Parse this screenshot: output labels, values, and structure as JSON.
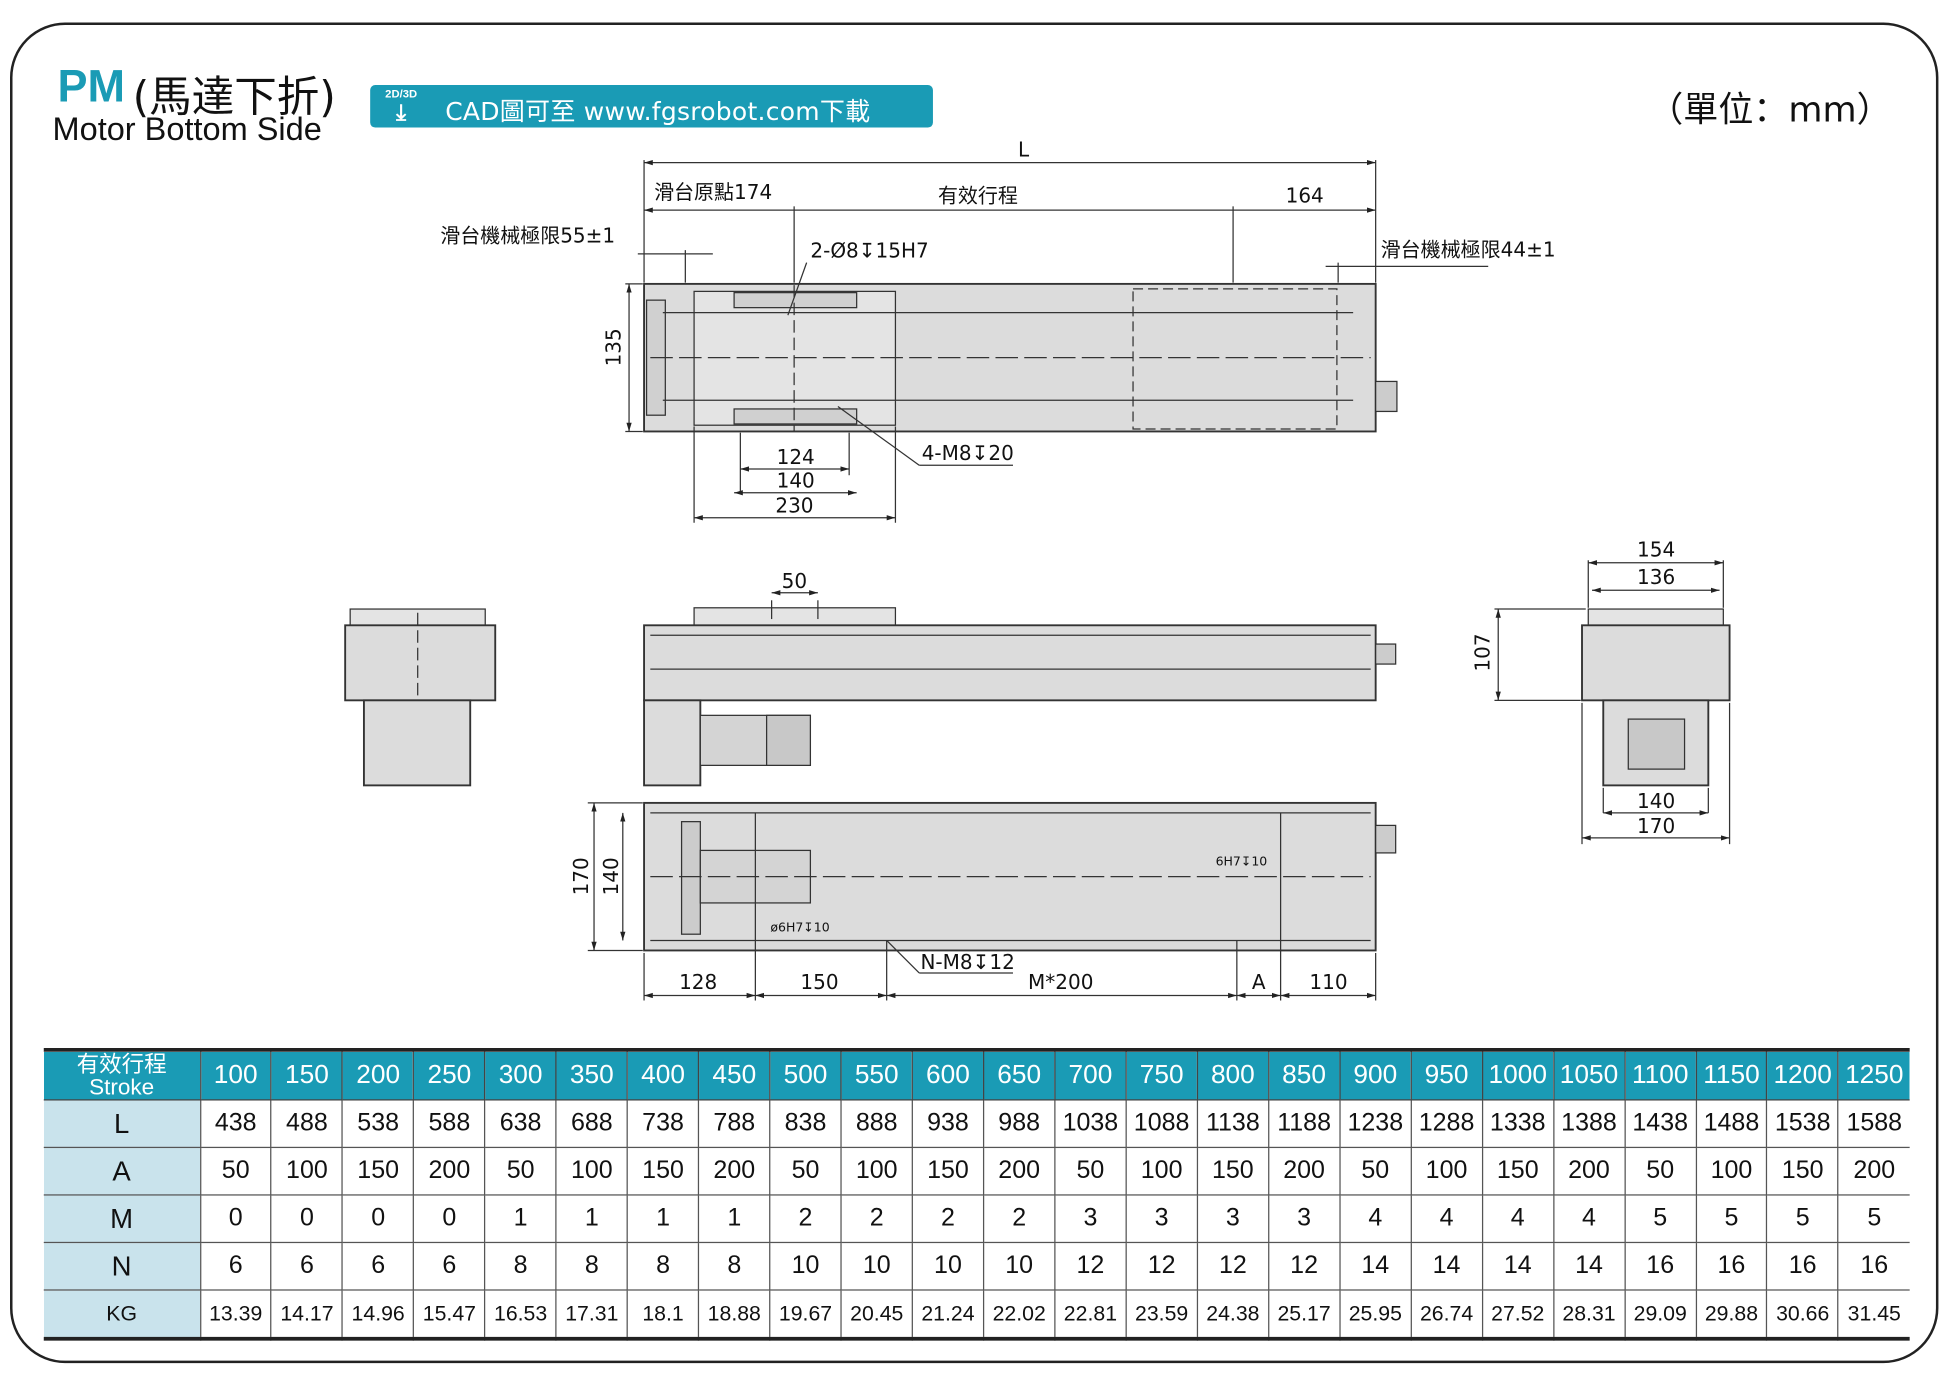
{
  "title": {
    "model": "PM",
    "cn": "(馬達下折)",
    "en": "Motor Bottom Side"
  },
  "cad_banner": {
    "icon_label": "2D/3D",
    "icon": "download-icon",
    "text": "CAD圖可至 www.fgsrobot.com下載"
  },
  "unit": "（單位：mm）",
  "drawing": {
    "L": "L",
    "origin": "滑台原點174",
    "stroke": "有效行程",
    "d164": "164",
    "limit_left": "滑台機械極限55±1",
    "limit_right": "滑台機械極限44±1",
    "hole_pin": "2-Ø8↧15H7",
    "d135": "135",
    "d124": "124",
    "d140_top": "140",
    "d230": "230",
    "tap_m8": "4-M8↧20",
    "d50": "50",
    "d154": "154",
    "d136": "136",
    "d107": "107",
    "d140_end": "140",
    "d170_end": "170",
    "d170_side": "170",
    "d140_side": "140",
    "pin_right": "6H7↧10",
    "pin_left": "ø6H7↧10",
    "tap_n": "N-M8↧12",
    "d128": "128",
    "d150": "150",
    "m200": "M*200",
    "A": "A",
    "d110": "110"
  },
  "table": {
    "header_cn": "有效行程",
    "header_en": "Stroke",
    "strokes": [
      "100",
      "150",
      "200",
      "250",
      "300",
      "350",
      "400",
      "450",
      "500",
      "550",
      "600",
      "650",
      "700",
      "750",
      "800",
      "850",
      "900",
      "950",
      "1000",
      "1050",
      "1100",
      "1150",
      "1200",
      "1250"
    ],
    "rows": [
      {
        "label": "L",
        "values": [
          "438",
          "488",
          "538",
          "588",
          "638",
          "688",
          "738",
          "788",
          "838",
          "888",
          "938",
          "988",
          "1038",
          "1088",
          "1138",
          "1188",
          "1238",
          "1288",
          "1338",
          "1388",
          "1438",
          "1488",
          "1538",
          "1588"
        ]
      },
      {
        "label": "A",
        "values": [
          "50",
          "100",
          "150",
          "200",
          "50",
          "100",
          "150",
          "200",
          "50",
          "100",
          "150",
          "200",
          "50",
          "100",
          "150",
          "200",
          "50",
          "100",
          "150",
          "200",
          "50",
          "100",
          "150",
          "200"
        ]
      },
      {
        "label": "M",
        "values": [
          "0",
          "0",
          "0",
          "0",
          "1",
          "1",
          "1",
          "1",
          "2",
          "2",
          "2",
          "2",
          "3",
          "3",
          "3",
          "3",
          "4",
          "4",
          "4",
          "4",
          "5",
          "5",
          "5",
          "5"
        ]
      },
      {
        "label": "N",
        "values": [
          "6",
          "6",
          "6",
          "6",
          "8",
          "8",
          "8",
          "8",
          "10",
          "10",
          "10",
          "10",
          "12",
          "12",
          "12",
          "12",
          "14",
          "14",
          "14",
          "14",
          "16",
          "16",
          "16",
          "16"
        ]
      },
      {
        "label": "KG",
        "values": [
          "13.39",
          "14.17",
          "14.96",
          "15.47",
          "16.53",
          "17.31",
          "18.1",
          "18.88",
          "19.67",
          "20.45",
          "21.24",
          "22.02",
          "22.81",
          "23.59",
          "24.38",
          "25.17",
          "25.95",
          "26.74",
          "27.52",
          "28.31",
          "29.09",
          "29.88",
          "30.66",
          "31.45"
        ]
      }
    ]
  },
  "colors": {
    "accent": "#1a9bb5",
    "label_cell": "#c9e3ec",
    "body_fill": "#dcdcdc"
  }
}
